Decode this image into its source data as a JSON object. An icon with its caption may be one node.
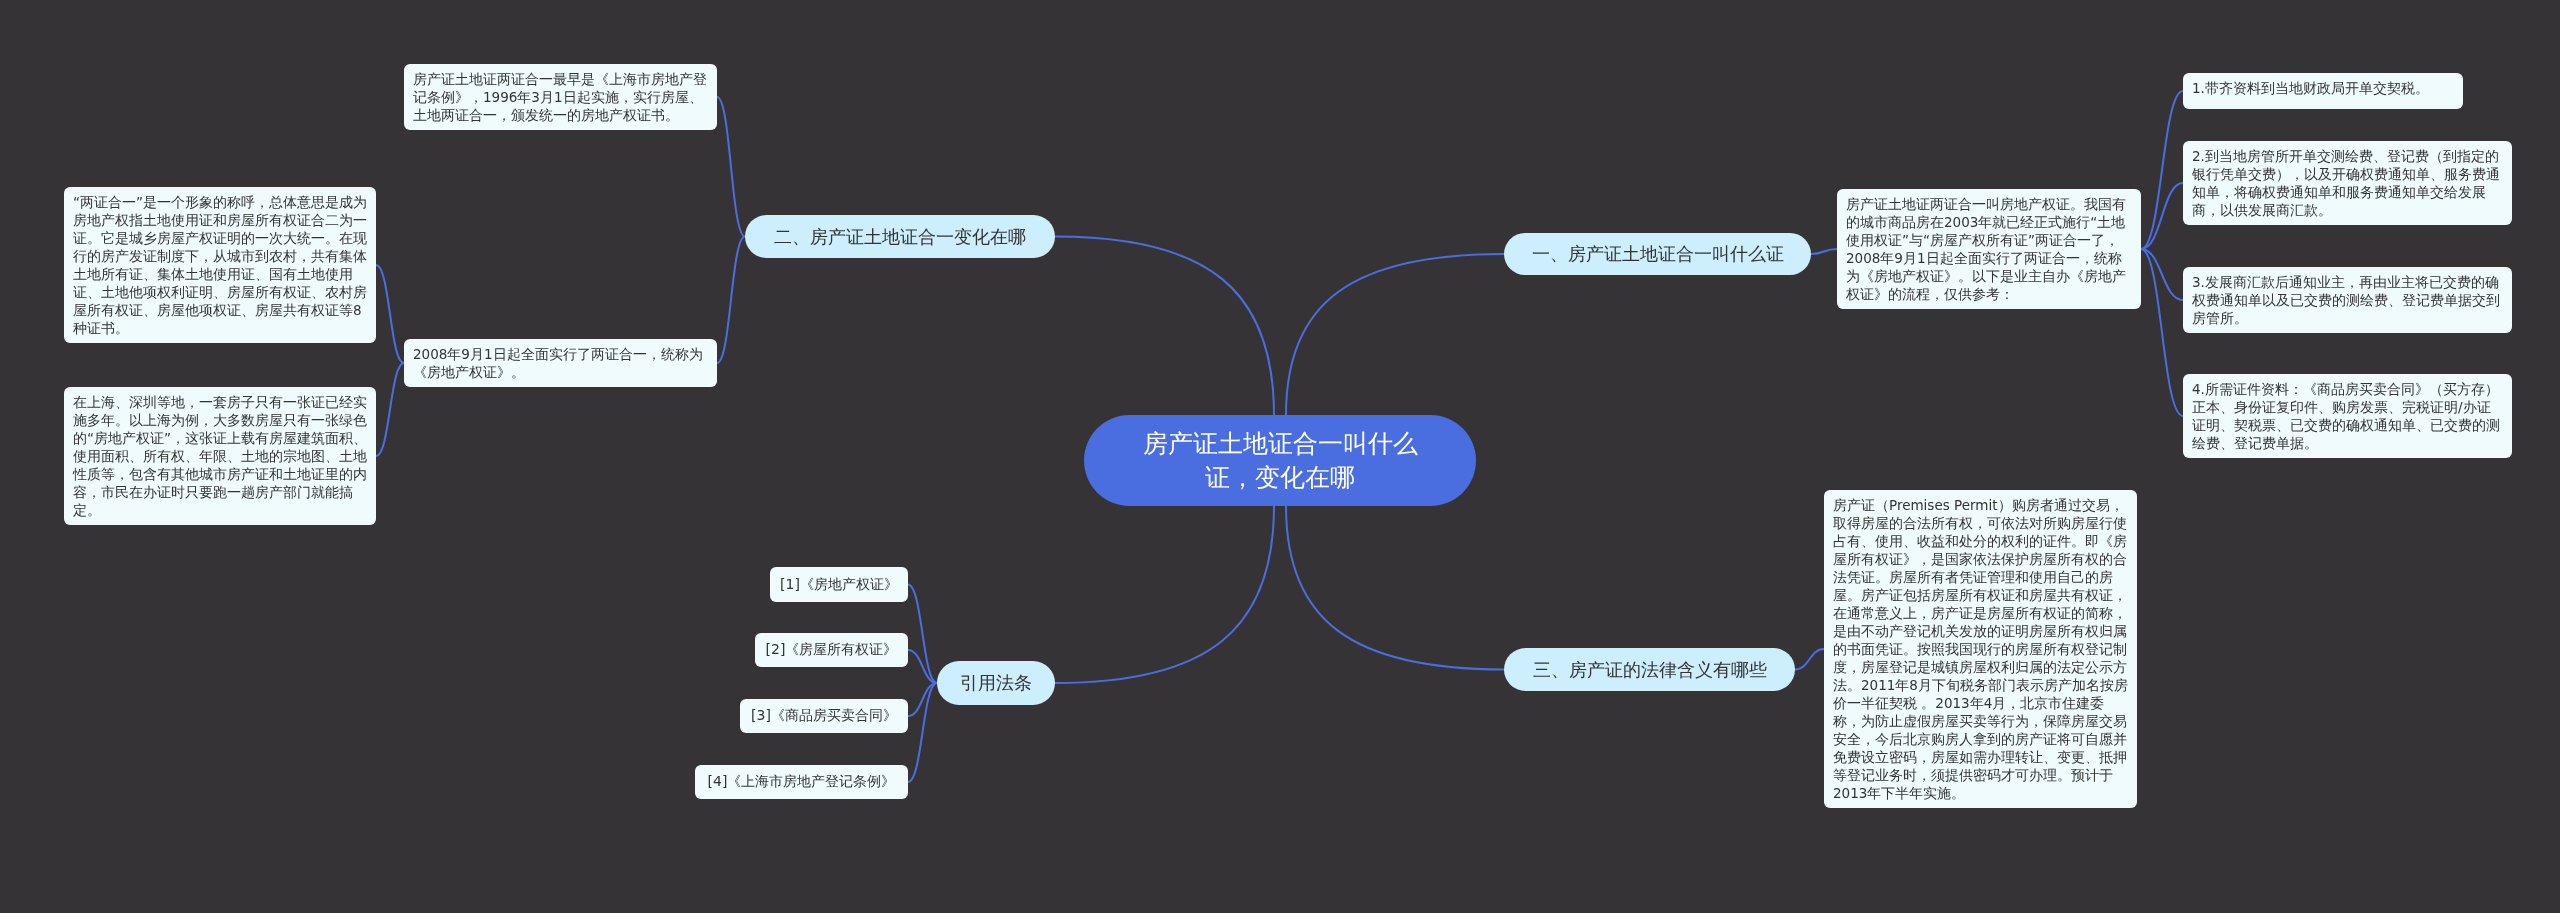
{
  "diagram": {
    "nodes": [
      {
        "text": [
          "房产证土地证合一叫什么证，变化在哪"
        ]
      },
      {
        "text": [
          "一、房产证土地证合一叫什么证"
        ]
      },
      {
        "text": [
          "房产证土地证两证合一叫房地产权证。我国有的城市商品房在2003年就已经正式施行“土地使用权证”与“房屋产权所有证”两证合一了，2008年9月1日起全面实行了两证合一，统称为《房地产权证》。以下是业主自办《房地产权证》的流程，仅供参考："
        ]
      },
      {
        "text": [
          "1.带齐资料到当地财政局开单交契税。"
        ]
      },
      {
        "text": [
          "2.到当地房管所开单交测绘费、登记费（到指定的银行凭单交费），以及开确权费通知单、服务费通知单，将确权费通知单和服务费通知单交给发展商，以供发展商汇款。"
        ]
      },
      {
        "text": [
          "3.发展商汇款后通知业主，再由业主将已交费的确权费通知单以及已交费的测绘费、登记费单据交到房管所。"
        ]
      },
      {
        "text": [
          "4.所需证件资料：《商品房买卖合同》（买方存）正本、身份证复印件、购房发票、完税证明/办证证明、契税票、已交费的确权通知单、已交费的测绘费、登记费单据。"
        ]
      },
      {
        "text": [
          "二、房产证土地证合一变化在哪"
        ]
      },
      {
        "text": [
          "房产证土地证两证合一最早是《上海市房地产登记条例》，1996年3月1日起实施，实行房屋、土地两证合一，颁发统一的房地产权证书。"
        ]
      },
      {
        "text": [
          "2008年9月1日起全面实行了两证合一，统称为《房地产权证》。"
        ]
      },
      {
        "text": [
          "“两证合一”是一个形象的称呼，总体意思是成为房地产权指土地使用证和房屋所有权证合二为一证。它是城乡房屋产权证明的一次大统一。在现行的房产发证制度下，从城市到农村，共有集体土地所有证、集体土地使用证、国有土地使用证、土地他项权利证明、房屋所有权证、农村房屋所有权证、房屋他项权证、房屋共有权证等8种证书。"
        ]
      },
      {
        "text": [
          "在上海、深圳等地，一套房子只有一张证已经实施多年。以上海为例，大多数房屋只有一张绿色的“房地产权证”，这张证上载有房屋建筑面积、使用面积、所有权、年限、土地的宗地图、土地性质等，包含有其他城市房产证和土地证里的内容，市民在办证时只要跑一趟房产部门就能搞定。"
        ]
      },
      {
        "text": [
          "三、房产证的法律含义有哪些"
        ]
      },
      {
        "text": [
          "房产证（Premises Permit）购房者通过交易，取得房屋的合法所有权，可依法对所购房屋行使占有、使用、收益和处分的权利的证件。即《房屋所有权证》，是国家依法保护房屋所有权的合法凭证。房屋所有者凭证管理和使用自己的房屋。房产证包括房屋所有权证和房屋共有权证，在通常意义上，房产证是房屋所有权证的简称，是由不动产登记机关发放的证明房屋所有权归属的书面凭证。按照我国现行的房屋所有权登记制度，房屋登记是城镇房屋权利归属的法定公示方法。2011年8月下旬税务部门表示房产加名按房价一半征契税 。2013年4月，北京市住建委称，为防止虚假房屋买卖等行为，保障房屋交易安全，今后北京购房人拿到的房产证将可自愿并免费设立密码，房屋如需办理转让、变更、抵押等登记业务时，须提供密码才可办理。预计于2013年下半年实施。"
        ]
      },
      {
        "text": [
          "引用法条"
        ]
      },
      {
        "text": [
          "[1]《房地产权证》"
        ]
      },
      {
        "text": [
          "[2]《房屋所有权证》"
        ]
      },
      {
        "text": [
          "[3]《商品房买卖合同》"
        ]
      },
      {
        "text": [
          "[4]《上海市房地产登记条例》"
        ]
      }
    ],
    "edges": [
      {
        "from": 0,
        "to": 1,
        "arrow": "none"
      },
      {
        "from": 1,
        "to": 2,
        "arrow": "none"
      },
      {
        "from": 2,
        "to": 3,
        "arrow": "none"
      },
      {
        "from": 2,
        "to": 4,
        "arrow": "none"
      },
      {
        "from": 2,
        "to": 5,
        "arrow": "none"
      },
      {
        "from": 2,
        "to": 6,
        "arrow": "none"
      },
      {
        "from": 0,
        "to": 7,
        "arrow": "none"
      },
      {
        "from": 7,
        "to": 8,
        "arrow": "none"
      },
      {
        "from": 7,
        "to": 9,
        "arrow": "none"
      },
      {
        "from": 9,
        "to": 10,
        "arrow": "none"
      },
      {
        "from": 9,
        "to": 11,
        "arrow": "none"
      },
      {
        "from": 0,
        "to": 12,
        "arrow": "none"
      },
      {
        "from": 12,
        "to": 13,
        "arrow": "none"
      },
      {
        "from": 0,
        "to": 14,
        "arrow": "none"
      },
      {
        "from": 14,
        "to": 15,
        "arrow": "none"
      },
      {
        "from": 14,
        "to": 16,
        "arrow": "none"
      },
      {
        "from": 14,
        "to": 17,
        "arrow": "none"
      },
      {
        "from": 14,
        "to": 18,
        "arrow": "none"
      }
    ]
  }
}
